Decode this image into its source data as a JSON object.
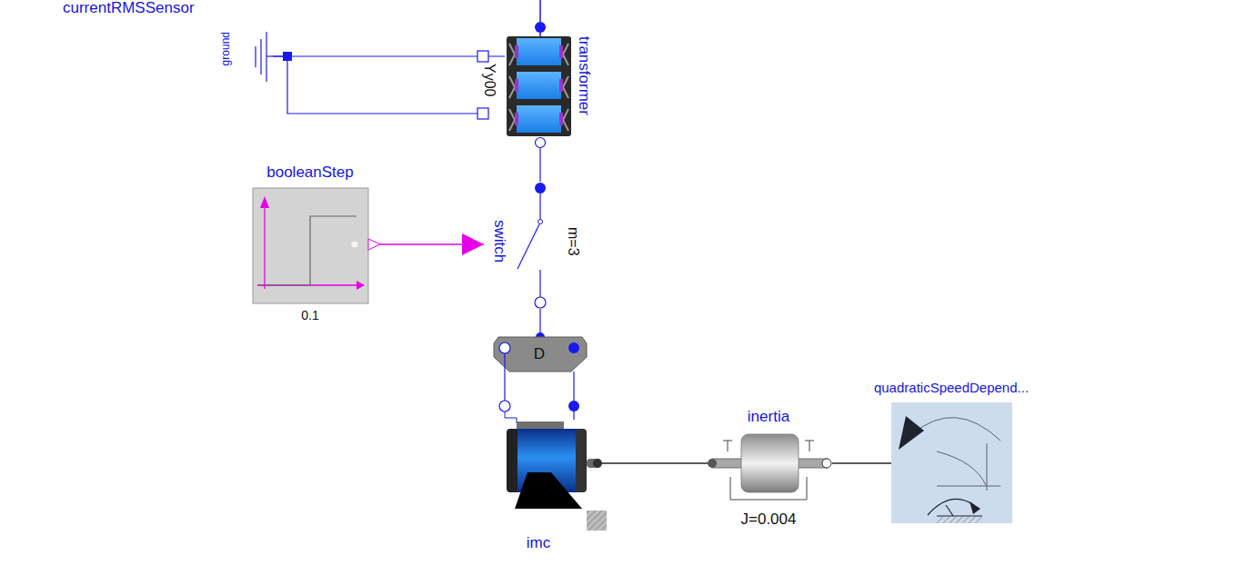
{
  "diagram": {
    "nodes": [
      {
        "text": [
          "ground"
        ]
      },
      {
        "text": [
          "transformer",
          "Yy00"
        ]
      },
      {
        "text": [
          "booleanStep",
          "0.1"
        ]
      },
      {
        "text": [
          "switch",
          "m=3"
        ]
      },
      {
        "text": [
          "D"
        ]
      },
      {
        "text": [
          "imc"
        ]
      },
      {
        "text": [
          "inertia",
          "J=0.004"
        ]
      },
      {
        "text": [
          "quadraticSpeedDepend..."
        ]
      }
    ],
    "edges": [
      {
        "from": 0,
        "to": 1,
        "arrow": "none"
      },
      {
        "from": 1,
        "to": 3,
        "arrow": "none"
      },
      {
        "from": 2,
        "to": 3,
        "arrow": "to"
      },
      {
        "from": 3,
        "to": 4,
        "arrow": "none"
      },
      {
        "from": 4,
        "to": 5,
        "arrow": "none"
      },
      {
        "from": 5,
        "to": 6,
        "arrow": "none"
      },
      {
        "from": 6,
        "to": 7,
        "arrow": "none"
      }
    ],
    "labels": [
      "currentRMSSensor"
    ]
  }
}
